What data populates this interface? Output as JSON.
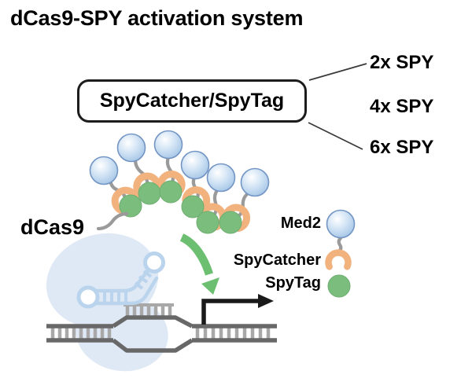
{
  "title": "dCas9-SPY activation system",
  "construct_box": {
    "label": "SpyCatcher/SpyTag"
  },
  "variants": [
    {
      "label": "2x SPY"
    },
    {
      "label": "4x SPY"
    },
    {
      "label": "6x SPY"
    }
  ],
  "protein_label": "dCas9",
  "legend": {
    "items": [
      {
        "name": "Med2",
        "icon": "med2-sphere-icon"
      },
      {
        "name": "SpyCatcher",
        "icon": "spycatcher-crescent-icon"
      },
      {
        "name": "SpyTag",
        "icon": "spytag-circle-icon"
      }
    ]
  },
  "colors": {
    "med2_blue": "#9fc1e4",
    "med2_mid": "#cfe2f4",
    "med2_edge": "#7496c4",
    "spycatcher_orange": "#f2b27e",
    "spytag_green": "#7abd7d",
    "spytag_edge": "#6fae72",
    "linker_gray": "#9a9a9a",
    "dna_strand": "#686868",
    "dna_rung": "#a8a8a8",
    "rna_blue": "#b9d4ec",
    "blob_blue": "#dfe9f5",
    "arrow_green": "#6cbf70",
    "arrow_black": "#1a1a1a",
    "text_black": "#000000"
  }
}
